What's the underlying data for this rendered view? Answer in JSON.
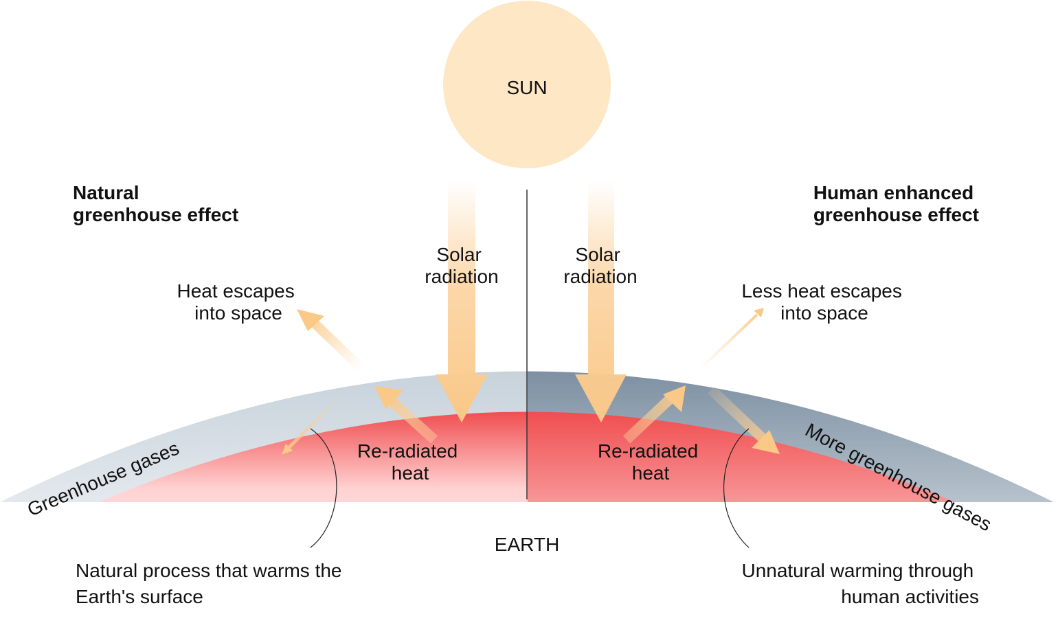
{
  "sun": {
    "label": "SUN"
  },
  "earth": {
    "label": "EARTH"
  },
  "left_panel": {
    "title_line1": "Natural",
    "title_line2": "greenhouse effect",
    "solar_line1": "Solar",
    "solar_line2": "radiation",
    "escape_line1": "Heat escapes",
    "escape_line2": "into space",
    "reradiated_line1": "Re-radiated",
    "reradiated_line2": "heat",
    "gas_label": "Greenhouse gases",
    "note_line1": "Natural process that warms the",
    "note_line2": "Earth's surface"
  },
  "right_panel": {
    "title_line1": "Human enhanced",
    "title_line2": "greenhouse effect",
    "solar_line1": "Solar",
    "solar_line2": "radiation",
    "escape_line1": "Less heat escapes",
    "escape_line2": "into space",
    "reradiated_line1": "Re-radiated",
    "reradiated_line2": "heat",
    "gas_label": "More greenhouse gases",
    "note_line1": "Unnatural warming through",
    "note_line2": "human activities"
  },
  "colors": {
    "sun_fill": "#fde7c4",
    "arrow": "#f9c98a",
    "earth_red": "#f25a5a",
    "gas_light": "#c9d4dd",
    "gas_dark": "#7a8ea0"
  }
}
